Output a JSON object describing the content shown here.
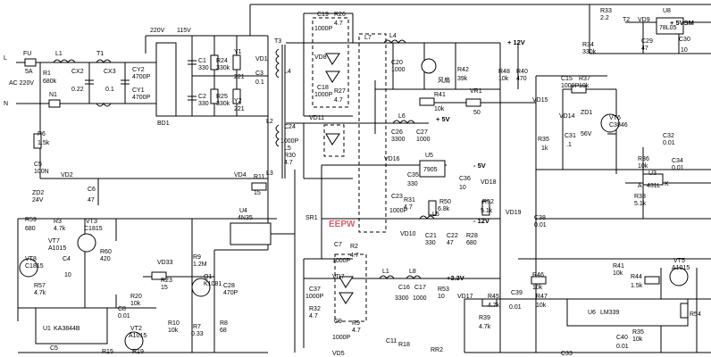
{
  "watermark": "EEPW",
  "labels": {
    "L": "L",
    "N": "N",
    "FU": "FU",
    "FU_val": "5A",
    "AC": "AC 220V",
    "R1": "R1",
    "R1_val": "680k",
    "L1": "L1",
    "T1": "T1",
    "CX2": "CX2",
    "CX2_val": "0.22",
    "CX3": "CX3",
    "CX3_val": "0.1",
    "CY2": "CY2",
    "CY2_val": "4700P",
    "CY1": "CY1",
    "CY1_val": "4700P",
    "N1": "N1",
    "BD1": "BD1",
    "v220": "220V",
    "v115": "115V",
    "C1": "C1",
    "C1_val": "330",
    "R24": "R24",
    "R24_val": "330k",
    "Y1": "Y1",
    "Y1_val": "221",
    "C2": "C2",
    "C2_val": "330",
    "R25": "R25",
    "R25_val": "330k",
    "Y2": "Y2",
    "Y2_val": "221",
    "VD1": "VD1",
    "C3": "C3",
    "C3_val": "0.1",
    "T3": "T3",
    "L4": "L4",
    "L5": "L5",
    "L2": "L2",
    "L3": "L3",
    "R6": "R6",
    "R6_val": "1.5k",
    "C5": "C5",
    "C5_val": "100N",
    "ZD2": "ZD2",
    "ZD2_val": "24V",
    "VD2": "VD2",
    "C6": "C6",
    "C6_val": "47",
    "VD4": "VD4",
    "R11": "R11",
    "R11_val": "15",
    "C19": "C19",
    "C19_val": "1000P",
    "R26": "R26",
    "R26_val": "4.7",
    "VD8": "VD8",
    "C18": "C18",
    "C18_val": "1000P",
    "R27": "R27",
    "R27_val": "4.7",
    "L7": "L7",
    "L4b": "L4",
    "C20": "C20",
    "C20_val": "1000",
    "fan": "风扇",
    "R42": "R42",
    "R42_val": "39k",
    "R48": "R48",
    "R48_val": "10k",
    "R40": "R40",
    "R40_val": "470",
    "p12": "+ 12V",
    "R33": "R33",
    "R33_val": "2.2",
    "R34": "R34",
    "R34_val": "330k",
    "T2": "T2",
    "VD9": "VD9",
    "C29": "C29",
    "C29_val": "47",
    "U8": "U8",
    "U8_val": "78L05",
    "C30": "C30",
    "C30_val": "10",
    "p5vsm": "+ 5VSM",
    "C24": "C24",
    "C24_val": "1000P",
    "R30": "R30",
    "R30_val": "4.7",
    "VD11": "VD11",
    "L6": "L6",
    "p5": "+ 5V",
    "C26": "C26",
    "C26_val": "3300",
    "C27": "C27",
    "C27_val": "1000",
    "R41": "R41",
    "R41_val": "10k",
    "VR1": "VR1",
    "VR1_val": "50",
    "C15": "C15",
    "C15_val": "1000P",
    "R37": "R37",
    "R37_val": "10k",
    "VD15": "VD15",
    "VD14": "VD14",
    "ZD1": "ZD1",
    "ZD1_val": "56V",
    "VT6": "VT6",
    "VT6_val": "C3846",
    "R35": "R35",
    "R35_val": "1k",
    "C31": "C31",
    "C31_val": ".1",
    "C32": "C32",
    "C32_val": "0.01",
    "R36": "R36",
    "R36_val": "10k",
    "C34": "C34",
    "C34_val": "0.01",
    "U3": "U3",
    "U3_val": "431L",
    "R38": "R38",
    "R38_val": "5.1k",
    "A": "A",
    "K": "K",
    "VD16": "VD16",
    "U5": "U5",
    "U5_val": "7905",
    "m5": "- 5V",
    "C35": "C35",
    "C35_val": "330",
    "C36": "C36",
    "C36_val": "10",
    "VD18": "VD18",
    "C23": "C23",
    "C23_val": "1000P",
    "R31": "R31",
    "R31_val": "4.7",
    "R50": "R50",
    "R50_val": "6.8k",
    "R52": "R52",
    "R52_val": "5.1k",
    "m12": "- 12V",
    "L5b": "L5",
    "C21": "C21",
    "C21_val": "330",
    "C22": "C22",
    "C22_val": "47",
    "VD10": "VD10",
    "R28": "R28",
    "R28_val": "680",
    "VD19": "VD19",
    "C38": "C38",
    "C38_val": "0.01",
    "SR1": "SR1",
    "U4": "U4",
    "U4_val": "4N35",
    "R59": "R59",
    "R59_val": "680",
    "R3": "R3",
    "R3_val": "4.7k",
    "VT3": "VT3",
    "VT3_val": "C1815",
    "VT7": "VT7",
    "VT7_val": "A1015",
    "R60": "R60",
    "R60_val": "420",
    "C4": "C4",
    "C4_val": "10",
    "VT8": "VT8",
    "VT8_val": "C1815",
    "R57": "R57",
    "R57_val": "4.7k",
    "R9": "R9",
    "R9_val": "1.2M",
    "VD33": "VD33",
    "R23": "R23",
    "R23_val": "15",
    "Q1": "Q1",
    "Q1_val": "K1081",
    "C28": "C28",
    "C28_val": "470P",
    "R20": "R20",
    "R20_val": "10k",
    "C8": "C8",
    "C8_val": "0.01",
    "U1": "U1",
    "U1_val": "KA3844B",
    "C5b": "C5",
    "VT2": "VT2",
    "VT2_val": "A1015",
    "R10": "R10",
    "R10_val": "10k",
    "R7": "R7",
    "R7_val": "0.33",
    "R8": "R8",
    "R8_val": "68",
    "R15": "R15",
    "R19": "R19",
    "C7": "C7",
    "C7_val": "1000P",
    "R2": "R2",
    "R2_val": "4.7",
    "VD7": "VD7",
    "C37": "C37",
    "C37_val": "1000P",
    "R32": "R32",
    "R32_val": "4.7",
    "C9": "C9",
    "C9_val": "1000P",
    "R9b": "R9",
    "R9b_val": "4.7",
    "L1b": "L1",
    "L8": "L8",
    "p33": "+3.3V",
    "C16": "C16",
    "C16_val": "3300",
    "C17": "C17",
    "C17_val": "1000",
    "R53": "R53",
    "R53_val": "10",
    "VD17": "VD17",
    "R45": "R45",
    "R45_val": "4.7k",
    "R39": "R39",
    "R39_val": "4.7k",
    "C39": "C39",
    "C39_val": "0.01",
    "R46": "R46",
    "R46_val": "10k",
    "R47": "R47",
    "R47_val": "10k",
    "R41b": "R41",
    "R41b_val": "10k",
    "R44": "R44",
    "R44_val": "1.5k",
    "VT5": "VT5",
    "VT5_val": "A1015",
    "U6": "U6",
    "U6_val": "LM339",
    "R54": "R54",
    "C40": "C40",
    "C40_val": "0.01",
    "R35b": "R35",
    "R35b_val": "10k",
    "C11": "C11",
    "R18": "R18",
    "RR2": "RR2",
    "VD5": "VD5",
    "C33": "C33"
  }
}
